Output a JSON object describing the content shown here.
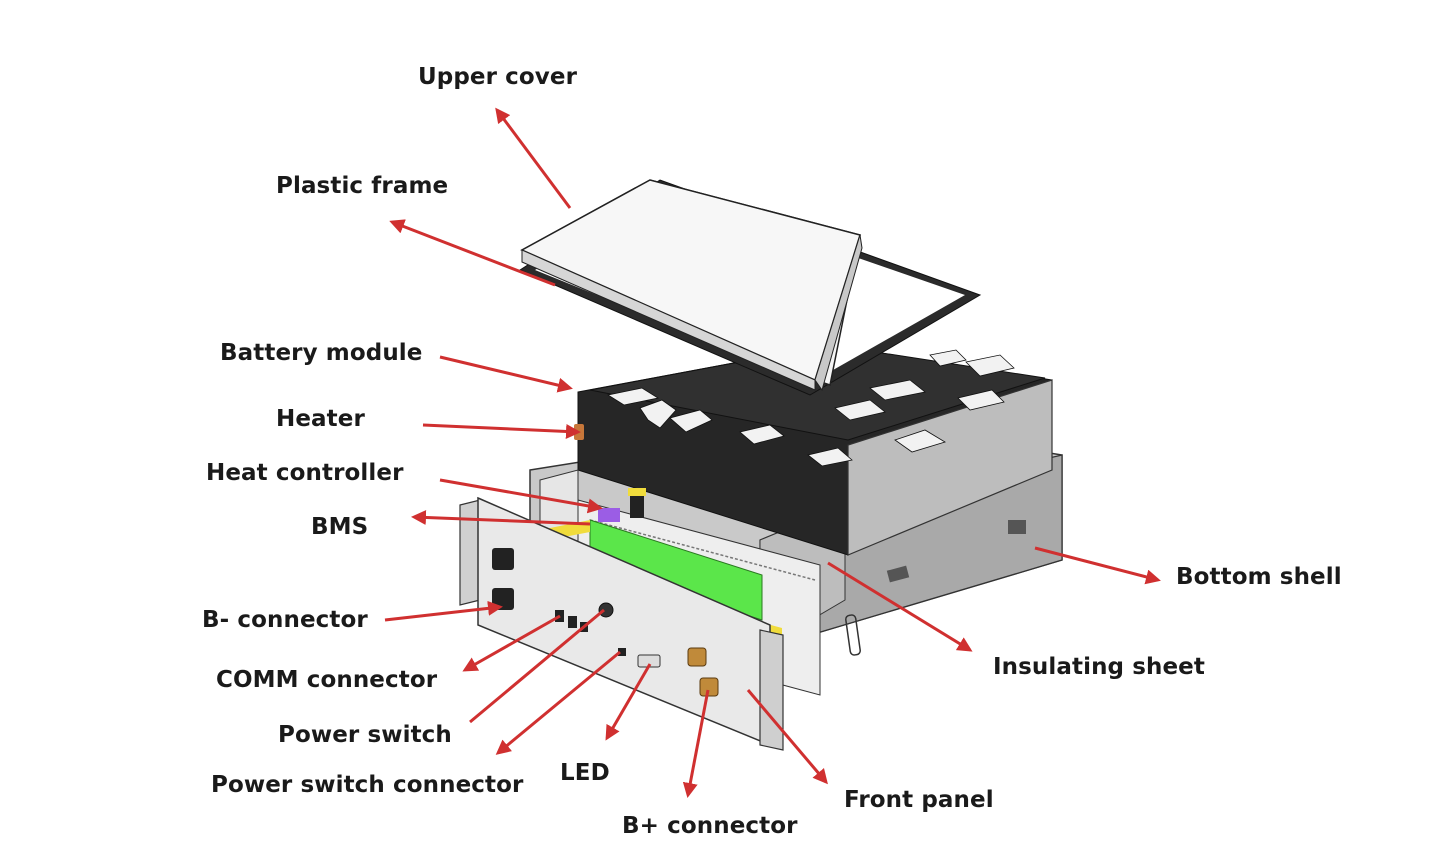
{
  "diagram": {
    "type": "exploded-view",
    "subject": "Rack-mount battery pack",
    "arrow_color": "#d03030",
    "colors": {
      "bms_board": "#5be64a",
      "heat_controller": "#9b5de5",
      "heater": "#c7773a",
      "brackets": "#f0dc3c",
      "terminals": "#c08a3a",
      "battery_module": "#2a2a2a",
      "metal": "#d9d9d9"
    },
    "labels": [
      {
        "id": "upper-cover",
        "text": "Upper cover"
      },
      {
        "id": "plastic-frame",
        "text": "Plastic frame"
      },
      {
        "id": "battery-module",
        "text": "Battery module"
      },
      {
        "id": "heater",
        "text": "Heater"
      },
      {
        "id": "heat-controller",
        "text": "Heat controller"
      },
      {
        "id": "bms",
        "text": "BMS"
      },
      {
        "id": "b-minus-connector",
        "text": "B- connector"
      },
      {
        "id": "comm-connector",
        "text": "COMM connector"
      },
      {
        "id": "power-switch",
        "text": "Power switch"
      },
      {
        "id": "power-switch-connector",
        "text": "Power switch connector"
      },
      {
        "id": "led",
        "text": "LED"
      },
      {
        "id": "b-plus-connector",
        "text": "B+ connector"
      },
      {
        "id": "front-panel",
        "text": "Front panel"
      },
      {
        "id": "insulating-sheet",
        "text": "Insulating sheet"
      },
      {
        "id": "bottom-shell",
        "text": "Bottom shell"
      }
    ]
  }
}
